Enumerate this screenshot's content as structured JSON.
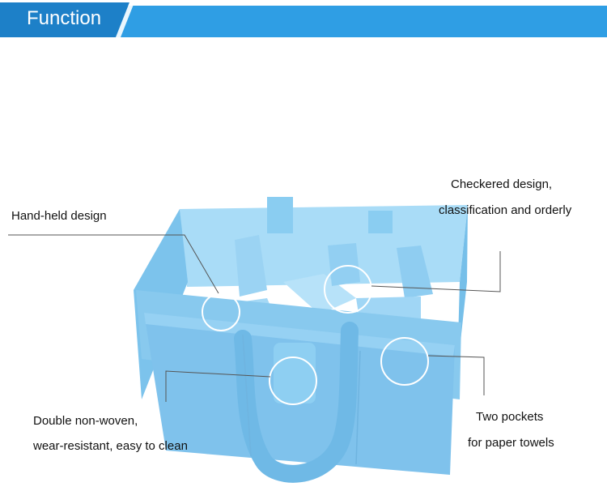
{
  "header": {
    "title": "Function"
  },
  "colors": {
    "accent": "#2f9ee4",
    "accent_dark": "#1d80c8",
    "bag": "#83c7ef"
  },
  "illustration": {
    "icon": "blue-nonwoven-organizer-bag-icon"
  },
  "callouts": {
    "handheld": {
      "line1": "Hand-held design"
    },
    "checkered": {
      "line1": "Checkered design,",
      "line2": "classification and orderly"
    },
    "nonwoven": {
      "line1": "Double non-woven,",
      "line2": "wear-resistant, easy to clean"
    },
    "pockets": {
      "line1": "Two pockets",
      "line2": "for paper towels"
    }
  }
}
